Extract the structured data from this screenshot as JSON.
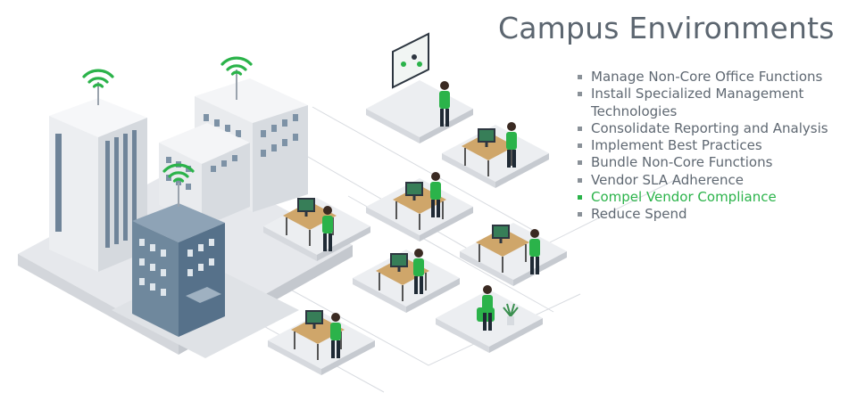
{
  "page": {
    "title": "Campus Environments",
    "bullets": [
      "Manage Non-Core Office Functions",
      "Install Specialized Management Technologies",
      "Consolidate Reporting and Analysis",
      "Implement Best Practices",
      "Bundle Non-Core Functions",
      "Vendor SLA Adherence",
      "Compel Vendor Compliance",
      "Reduce Spend"
    ],
    "highlighted_bullet_index": 6
  },
  "colors": {
    "accent_green": "#2bb34a",
    "title_gray": "#5c6670",
    "text_gray": "#5f6872",
    "building_blue": "#5f7b92",
    "building_white": "#eef0f3",
    "platform": "#e6e8ec"
  },
  "icons": {
    "wifi": "wifi-icon",
    "bullet": "square-bullet-icon"
  }
}
